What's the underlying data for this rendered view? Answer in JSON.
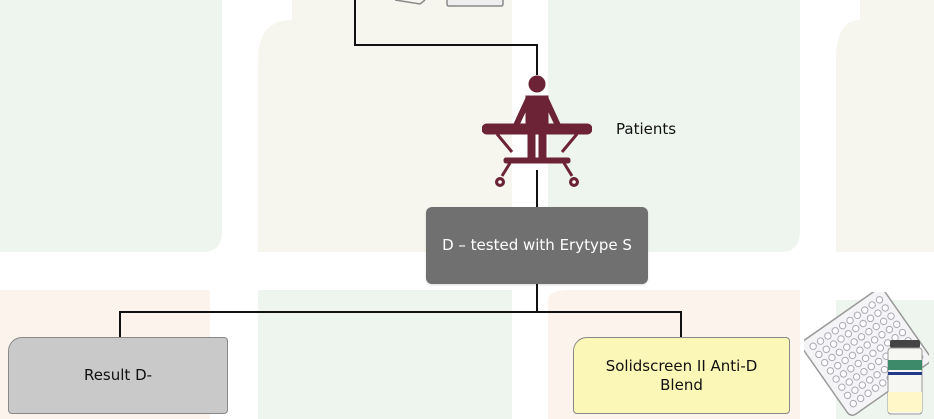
{
  "diagram": {
    "nodes": {
      "tested": "D – tested with Erytype S",
      "result": "Result D-",
      "solidscreen": "Solidscreen II Anti-D Blend"
    },
    "labels": {
      "patients": "Patients"
    }
  },
  "icons": {
    "patient": "patient-on-bed-icon",
    "plate": "microplate-with-vial-icon",
    "device": "device-fragment-icon"
  },
  "colors": {
    "patient_icon": "#6b2335",
    "tested_node": "#707070",
    "result_node": "#c9c9c9",
    "solidscreen_node": "#fbf7b6",
    "connector": "#111111"
  }
}
